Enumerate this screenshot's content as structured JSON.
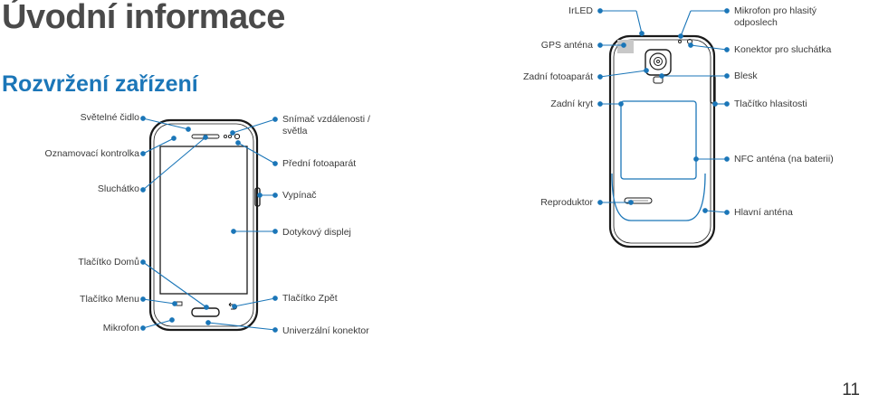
{
  "page": {
    "title": "Úvodní informace",
    "subtitle": "Rozvržení zařízení",
    "page_number": "11",
    "accent_color": "#1b76b8"
  },
  "front": {
    "labels": {
      "light_sensor": "Světelné čidlo",
      "notification_led": "Oznamovací kontrolka",
      "earpiece": "Sluchátko",
      "proximity_sensor_1": "Snímač vzdálenosti /",
      "proximity_sensor_2": "světla",
      "front_camera": "Přední fotoaparát",
      "power_key": "Vypínač",
      "touchscreen": "Dotykový displej",
      "home_key": "Tlačítko Domů",
      "menu_key": "Tlačítko Menu",
      "back_key": "Tlačítko Zpět",
      "microphone": "Mikrofon",
      "multipurpose_jack": "Univerzální konektor"
    }
  },
  "back": {
    "labels": {
      "irled": "IrLED",
      "gps_antenna": "GPS anténa",
      "rear_camera": "Zadní fotoaparát",
      "back_cover": "Zadní kryt",
      "speaker": "Reproduktor",
      "mic_speakerphone_1": "Mikrofon pro hlasitý",
      "mic_speakerphone_2": "odposlech",
      "headset_jack": "Konektor pro sluchátka",
      "flash": "Blesk",
      "volume_key": "Tlačítko hlasitosti",
      "nfc_antenna": "NFC anténa (na baterii)",
      "main_antenna": "Hlavní anténa"
    }
  }
}
